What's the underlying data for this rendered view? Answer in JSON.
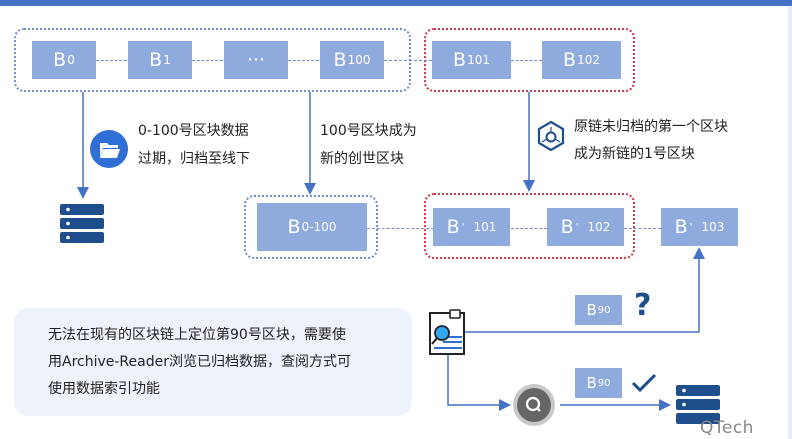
{
  "colors": {
    "block_fill": "#8faadc",
    "accent_blue": "#4472c4",
    "dark_navy": "#1f4e8c",
    "archive_group_border": "#6f8fc9",
    "unarchived_group_border": "#d0334a",
    "note_bg": "#eef2fa"
  },
  "original_chain": {
    "blocks": [
      {
        "base": "B",
        "sub": "0"
      },
      {
        "base": "B",
        "sub": "1"
      },
      {
        "base": "···",
        "sub": ""
      },
      {
        "base": "B",
        "sub": "100"
      },
      {
        "base": "B",
        "sub": "101"
      },
      {
        "base": "B",
        "sub": "102"
      }
    ]
  },
  "new_chain": {
    "blocks": [
      {
        "base": "B",
        "prime": "",
        "sub": "0-100"
      },
      {
        "base": "B",
        "prime": "'",
        "sub": "101"
      },
      {
        "base": "B",
        "prime": "'",
        "sub": "102"
      },
      {
        "base": "B",
        "prime": "'",
        "sub": "103"
      }
    ]
  },
  "annotations": {
    "archive_line1": "0-100号区块数据",
    "archive_line2": "过期，归档至线下",
    "genesis_line1": "100号区块成为",
    "genesis_line2": "新的创世区块",
    "first_block_line1": "原链未归档的第一个区块",
    "first_block_line2": "成为新链的1号区块"
  },
  "query": {
    "block_query_fail": {
      "base": "B",
      "sub": "90",
      "status": "?"
    },
    "block_query_ok": {
      "base": "B",
      "sub": "90",
      "status": "✓"
    }
  },
  "note": {
    "line1": "无法在现有的区块链上定位第90号区块，需要使",
    "line2": "用Archive-Reader浏览已归档数据，查阅方式可",
    "line3": "使用数据索引功能"
  },
  "watermark": "QTech"
}
